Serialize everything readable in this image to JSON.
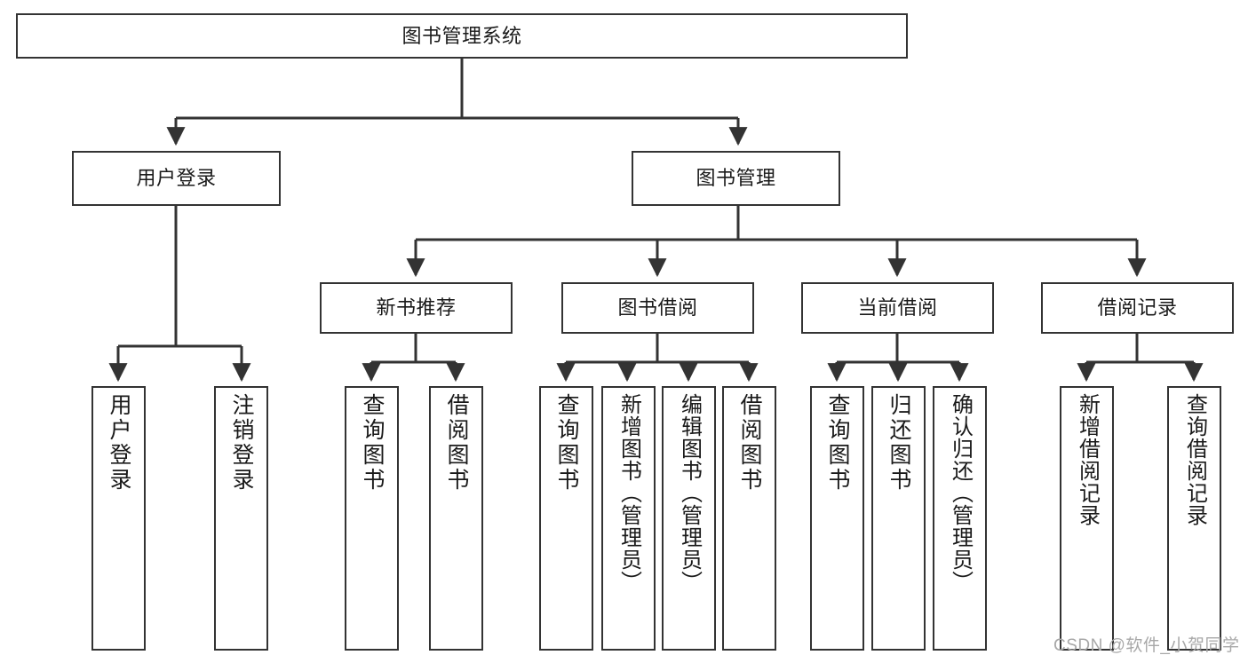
{
  "diagram": {
    "title": "图书管理系统",
    "type": "hierarchy-tree",
    "orientation": "top-down",
    "colors": {
      "box_border": "#333333",
      "box_fill": "#ffffff",
      "edge": "#333333",
      "text": "#1a1a1a",
      "watermark": "#a8a8a8"
    },
    "levels": {
      "root": {
        "label": "图书管理系统"
      },
      "level2": [
        {
          "id": "user-login",
          "label": "用户登录"
        },
        {
          "id": "book-management",
          "label": "图书管理"
        }
      ],
      "level3": [
        {
          "id": "new-book-recommend",
          "label": "新书推荐",
          "parent": "book-management"
        },
        {
          "id": "book-borrow",
          "label": "图书借阅",
          "parent": "book-management"
        },
        {
          "id": "current-borrow",
          "label": "当前借阅",
          "parent": "book-management"
        },
        {
          "id": "borrow-record",
          "label": "借阅记录",
          "parent": "book-management"
        }
      ],
      "leaves": [
        {
          "id": "leaf-user-login",
          "label": "用户登录",
          "parent": "user-login"
        },
        {
          "id": "leaf-logout-login",
          "label": "注销登录",
          "parent": "user-login"
        },
        {
          "id": "leaf-query-book-1",
          "label": "查询图书",
          "parent": "new-book-recommend"
        },
        {
          "id": "leaf-borrow-book-1",
          "label": "借阅图书",
          "parent": "new-book-recommend"
        },
        {
          "id": "leaf-query-book-2",
          "label": "查询图书",
          "parent": "book-borrow"
        },
        {
          "id": "leaf-add-book",
          "label": "新增图书（管理员）",
          "parent": "book-borrow"
        },
        {
          "id": "leaf-edit-book",
          "label": "编辑图书（管理员）",
          "parent": "book-borrow"
        },
        {
          "id": "leaf-borrow-book-2",
          "label": "借阅图书",
          "parent": "book-borrow"
        },
        {
          "id": "leaf-query-book-3",
          "label": "查询图书",
          "parent": "current-borrow"
        },
        {
          "id": "leaf-return-book",
          "label": "归还图书",
          "parent": "current-borrow"
        },
        {
          "id": "leaf-confirm-return",
          "label": "确认归还（管理员）",
          "parent": "current-borrow"
        },
        {
          "id": "leaf-add-record",
          "label": "新增借阅记录",
          "parent": "borrow-record"
        },
        {
          "id": "leaf-query-record",
          "label": "查询借阅记录",
          "parent": "borrow-record"
        }
      ]
    }
  },
  "watermark": {
    "text": "CSDN @软件_小贺同学"
  }
}
